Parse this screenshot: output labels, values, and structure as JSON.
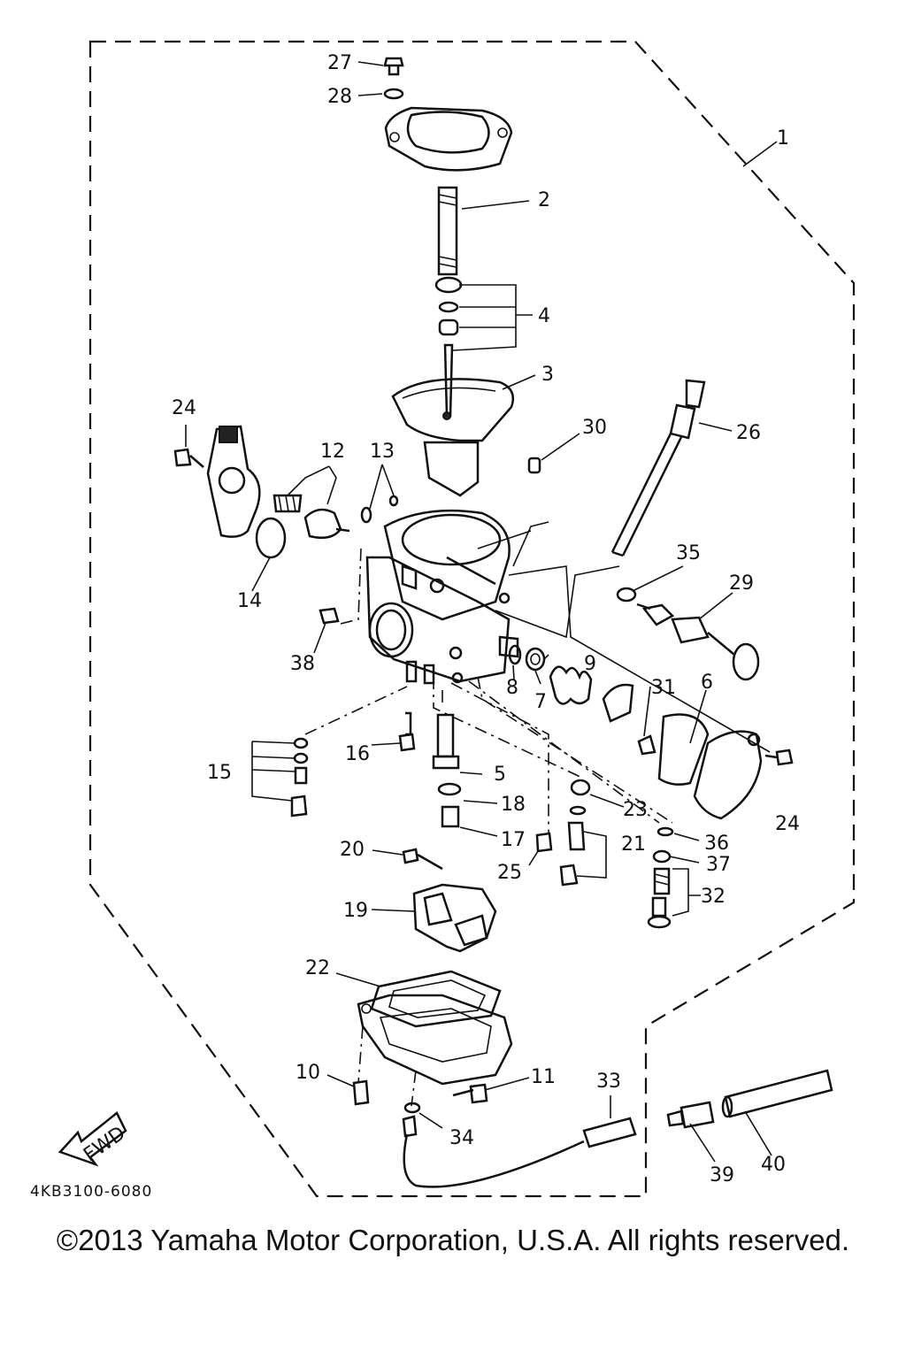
{
  "diagram": {
    "catalog_number": "4KB3100-6080",
    "direction_label": "FWD",
    "copyright": "©2013 Yamaha Motor Corporation, U.S.A. All rights reserved.",
    "callouts": {
      "c1": "1",
      "c2": "2",
      "c3": "3",
      "c4": "4",
      "c5": "5",
      "c6": "6",
      "c7": "7",
      "c8": "8",
      "c9": "9",
      "c10": "10",
      "c11": "11",
      "c12": "12",
      "c13": "13",
      "c14": "14",
      "c15": "15",
      "c16": "16",
      "c17": "17",
      "c18": "18",
      "c19": "19",
      "c20": "20",
      "c21": "21",
      "c22": "22",
      "c23": "23",
      "c24a": "24",
      "c24b": "24",
      "c25": "25",
      "c26": "26",
      "c27": "27",
      "c28": "28",
      "c29": "29",
      "c30": "30",
      "c31": "31",
      "c32": "32",
      "c33": "33",
      "c34": "34",
      "c35": "35",
      "c36": "36",
      "c37": "37",
      "c38": "38",
      "c39": "39",
      "c40": "40"
    }
  }
}
